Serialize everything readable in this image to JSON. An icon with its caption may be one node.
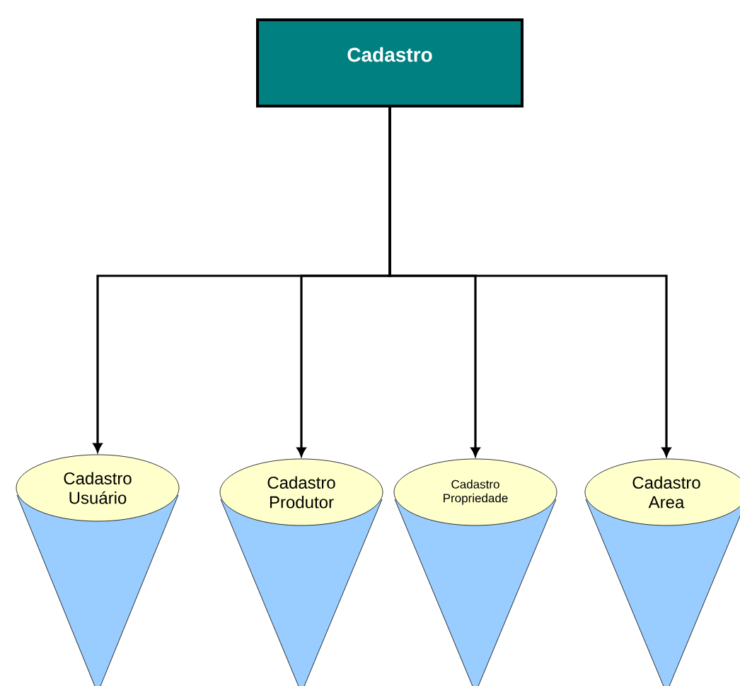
{
  "diagram": {
    "nodes": [
      {
        "text": [
          "Cadastro"
        ]
      },
      {
        "text": [
          "Cadastro Usuário"
        ]
      },
      {
        "text": [
          "Cadastro Produtor"
        ]
      },
      {
        "text": [
          "Cadastro Propriedade"
        ]
      },
      {
        "text": [
          "Cadastro Area"
        ]
      }
    ],
    "edges": [
      {
        "from": 0,
        "to": 1,
        "arrow": "to"
      },
      {
        "from": 0,
        "to": 2,
        "arrow": "to"
      },
      {
        "from": 0,
        "to": 3,
        "arrow": "to"
      },
      {
        "from": 0,
        "to": 4,
        "arrow": "to"
      }
    ]
  }
}
